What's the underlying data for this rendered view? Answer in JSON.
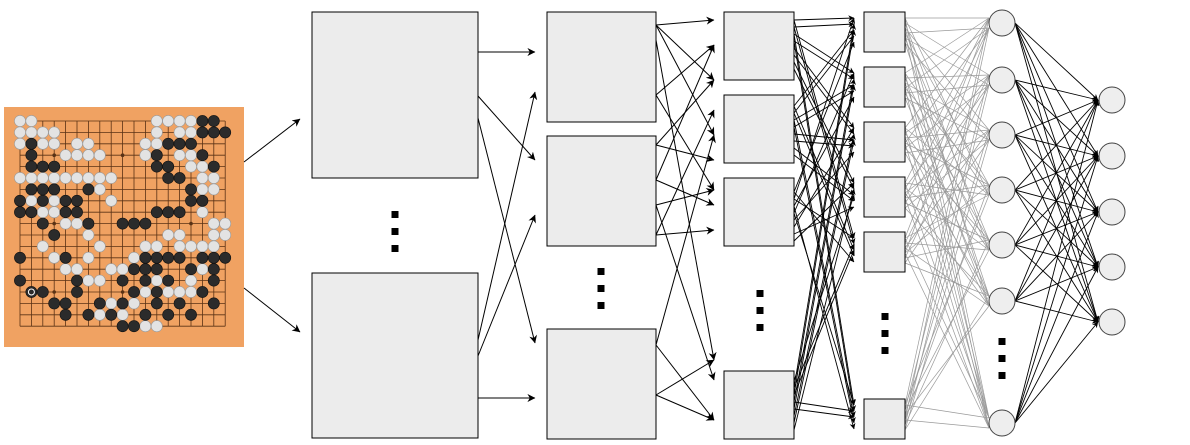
{
  "diagram": {
    "colors": {
      "board": "#f0a262",
      "board_grid": "#5a3215",
      "black_stone": "#2b2b2b",
      "white_stone": "#e3e3e3",
      "layer_fill": "#ececec",
      "layer_stroke": "#000000",
      "arrow": "#000000",
      "dense_link": "#9a9a9a",
      "node_fill": "#eeeeee"
    },
    "board": {
      "size": 19,
      "black_stones": [
        [
          1,
          2
        ],
        [
          1,
          3
        ],
        [
          1,
          4
        ],
        [
          2,
          4
        ],
        [
          3,
          4
        ],
        [
          1,
          6
        ],
        [
          1,
          8
        ],
        [
          2,
          7
        ],
        [
          2,
          6
        ],
        [
          3,
          6
        ],
        [
          4,
          7
        ],
        [
          5,
          7
        ],
        [
          5,
          8
        ],
        [
          4,
          8
        ],
        [
          6,
          6
        ],
        [
          6,
          9
        ],
        [
          0,
          7
        ],
        [
          0,
          8
        ],
        [
          2,
          9
        ],
        [
          3,
          10
        ],
        [
          4,
          12
        ],
        [
          5,
          14
        ],
        [
          4,
          16
        ],
        [
          0,
          12
        ],
        [
          0,
          14
        ],
        [
          1,
          15
        ],
        [
          2,
          15
        ],
        [
          3,
          16
        ],
        [
          4,
          17
        ],
        [
          5,
          15
        ],
        [
          6,
          17
        ],
        [
          7,
          16
        ],
        [
          8,
          17
        ],
        [
          9,
          16
        ],
        [
          10,
          15
        ],
        [
          9,
          14
        ],
        [
          10,
          13
        ],
        [
          11,
          14
        ],
        [
          11,
          13
        ],
        [
          12,
          13
        ],
        [
          12,
          12
        ],
        [
          11,
          12
        ],
        [
          13,
          14
        ],
        [
          12,
          15
        ],
        [
          13,
          12
        ],
        [
          14,
          12
        ],
        [
          15,
          13
        ],
        [
          16,
          12
        ],
        [
          17,
          12
        ],
        [
          18,
          12
        ],
        [
          17,
          13
        ],
        [
          17,
          14
        ],
        [
          16,
          15
        ],
        [
          17,
          16
        ],
        [
          15,
          17
        ],
        [
          14,
          16
        ],
        [
          13,
          17
        ],
        [
          12,
          16
        ],
        [
          11,
          17
        ],
        [
          10,
          18
        ],
        [
          9,
          18
        ],
        [
          9,
          9
        ],
        [
          10,
          9
        ],
        [
          11,
          9
        ],
        [
          12,
          8
        ],
        [
          13,
          8
        ],
        [
          14,
          8
        ],
        [
          15,
          7
        ],
        [
          16,
          7
        ],
        [
          15,
          6
        ],
        [
          14,
          5
        ],
        [
          13,
          5
        ],
        [
          13,
          4
        ],
        [
          12,
          4
        ],
        [
          12,
          3
        ],
        [
          13,
          2
        ],
        [
          14,
          2
        ],
        [
          15,
          2
        ],
        [
          16,
          1
        ],
        [
          16,
          0
        ],
        [
          17,
          0
        ],
        [
          17,
          1
        ],
        [
          18,
          1
        ],
        [
          16,
          3
        ],
        [
          17,
          4
        ]
      ],
      "white_stones": [
        [
          0,
          0
        ],
        [
          0,
          1
        ],
        [
          0,
          2
        ],
        [
          1,
          0
        ],
        [
          1,
          1
        ],
        [
          2,
          1
        ],
        [
          3,
          1
        ],
        [
          2,
          2
        ],
        [
          3,
          2
        ],
        [
          4,
          3
        ],
        [
          5,
          3
        ],
        [
          6,
          3
        ],
        [
          7,
          3
        ],
        [
          4,
          5
        ],
        [
          5,
          5
        ],
        [
          6,
          5
        ],
        [
          7,
          5
        ],
        [
          8,
          5
        ],
        [
          7,
          6
        ],
        [
          8,
          7
        ],
        [
          5,
          2
        ],
        [
          6,
          2
        ],
        [
          0,
          5
        ],
        [
          1,
          5
        ],
        [
          2,
          5
        ],
        [
          3,
          5
        ],
        [
          1,
          7
        ],
        [
          3,
          7
        ],
        [
          3,
          8
        ],
        [
          2,
          8
        ],
        [
          4,
          9
        ],
        [
          5,
          9
        ],
        [
          6,
          10
        ],
        [
          7,
          11
        ],
        [
          2,
          11
        ],
        [
          3,
          12
        ],
        [
          4,
          13
        ],
        [
          5,
          13
        ],
        [
          6,
          12
        ],
        [
          6,
          14
        ],
        [
          7,
          14
        ],
        [
          8,
          13
        ],
        [
          9,
          13
        ],
        [
          10,
          12
        ],
        [
          11,
          11
        ],
        [
          12,
          11
        ],
        [
          13,
          10
        ],
        [
          14,
          10
        ],
        [
          14,
          11
        ],
        [
          15,
          11
        ],
        [
          16,
          11
        ],
        [
          17,
          11
        ],
        [
          16,
          13
        ],
        [
          15,
          14
        ],
        [
          15,
          15
        ],
        [
          14,
          15
        ],
        [
          13,
          15
        ],
        [
          12,
          14
        ],
        [
          11,
          15
        ],
        [
          10,
          16
        ],
        [
          9,
          17
        ],
        [
          8,
          16
        ],
        [
          7,
          17
        ],
        [
          11,
          18
        ],
        [
          12,
          18
        ],
        [
          15,
          0
        ],
        [
          14,
          0
        ],
        [
          14,
          1
        ],
        [
          15,
          1
        ],
        [
          13,
          0
        ],
        [
          12,
          0
        ],
        [
          12,
          1
        ],
        [
          12,
          2
        ],
        [
          11,
          2
        ],
        [
          11,
          3
        ],
        [
          14,
          3
        ],
        [
          15,
          3
        ],
        [
          15,
          4
        ],
        [
          16,
          4
        ],
        [
          16,
          5
        ],
        [
          17,
          5
        ],
        [
          17,
          6
        ],
        [
          16,
          6
        ],
        [
          16,
          8
        ],
        [
          17,
          9
        ],
        [
          18,
          9
        ],
        [
          17,
          10
        ],
        [
          18,
          10
        ]
      ],
      "last_move": [
        1,
        15
      ]
    },
    "ellipsis_glyph": "⋮"
  }
}
